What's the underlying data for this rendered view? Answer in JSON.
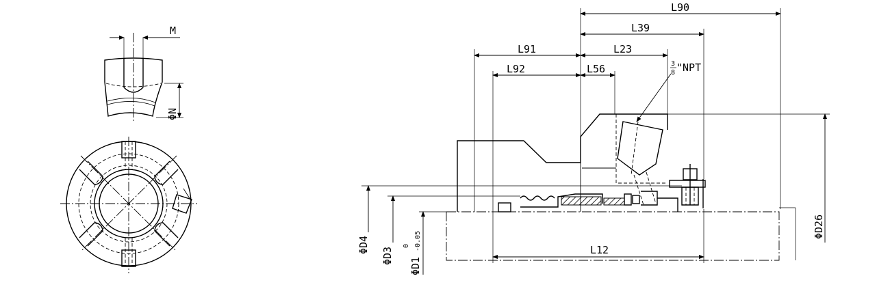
{
  "labels": {
    "M": "M",
    "phiN": "ΦN",
    "L90": "L90",
    "L39": "L39",
    "L91": "L91",
    "L23": "L23",
    "L92": "L92",
    "L56": "L56",
    "npt_frac_num": "3",
    "npt_frac_den": "8",
    "npt": "\"NPT",
    "L12": "L12",
    "phiD4": "ΦD4",
    "phiD3": "ΦD3",
    "phiD1": "ΦD1",
    "d1_tol_upper": "0",
    "d1_tol_lower": "-0.05",
    "phiD26": "ΦD26"
  }
}
